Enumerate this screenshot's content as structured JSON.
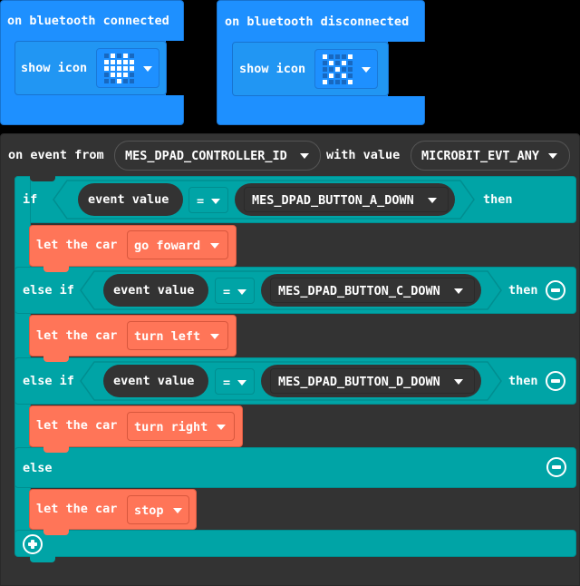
{
  "colors": {
    "bluetooth_block": "#1e90ff",
    "event_block": "#333333",
    "logic_block": "#00a4a6",
    "car_block": "#ff7558",
    "background": "#000000"
  },
  "bluetooth_connected": {
    "label": "on bluetooth connected",
    "show_icon_label": "show icon",
    "icon": "heart-icon",
    "led_pattern": [
      [
        0,
        1,
        0,
        1,
        0
      ],
      [
        1,
        1,
        1,
        1,
        1
      ],
      [
        1,
        1,
        1,
        1,
        1
      ],
      [
        0,
        1,
        1,
        1,
        0
      ],
      [
        0,
        0,
        1,
        0,
        0
      ]
    ]
  },
  "bluetooth_disconnected": {
    "label": "on bluetooth disconnected",
    "show_icon_label": "show icon",
    "icon": "x-icon",
    "led_pattern": [
      [
        1,
        0,
        0,
        0,
        1
      ],
      [
        0,
        1,
        0,
        1,
        0
      ],
      [
        0,
        0,
        1,
        0,
        0
      ],
      [
        0,
        1,
        0,
        1,
        0
      ],
      [
        1,
        0,
        0,
        0,
        1
      ]
    ]
  },
  "event_block": {
    "label_on_event_from": "on event from",
    "source_value": "MES_DPAD_CONTROLLER_ID",
    "label_with_value": "with value",
    "event_value": "MICROBIT_EVT_ANY"
  },
  "if_block": {
    "branches": [
      {
        "keyword": "if",
        "reporter": "event value",
        "operator": "=",
        "compare_value": "MES_DPAD_BUTTON_A_DOWN",
        "then_label": "then",
        "action_label": "let the car",
        "action_value": "go foward"
      },
      {
        "keyword": "else if",
        "reporter": "event value",
        "operator": "=",
        "compare_value": "MES_DPAD_BUTTON_C_DOWN",
        "then_label": "then",
        "action_label": "let the car",
        "action_value": "turn left"
      },
      {
        "keyword": "else if",
        "reporter": "event value",
        "operator": "=",
        "compare_value": "MES_DPAD_BUTTON_D_DOWN",
        "then_label": "then",
        "action_label": "let the car",
        "action_value": "turn right"
      }
    ],
    "else": {
      "keyword": "else",
      "action_label": "let the car",
      "action_value": "stop"
    }
  }
}
